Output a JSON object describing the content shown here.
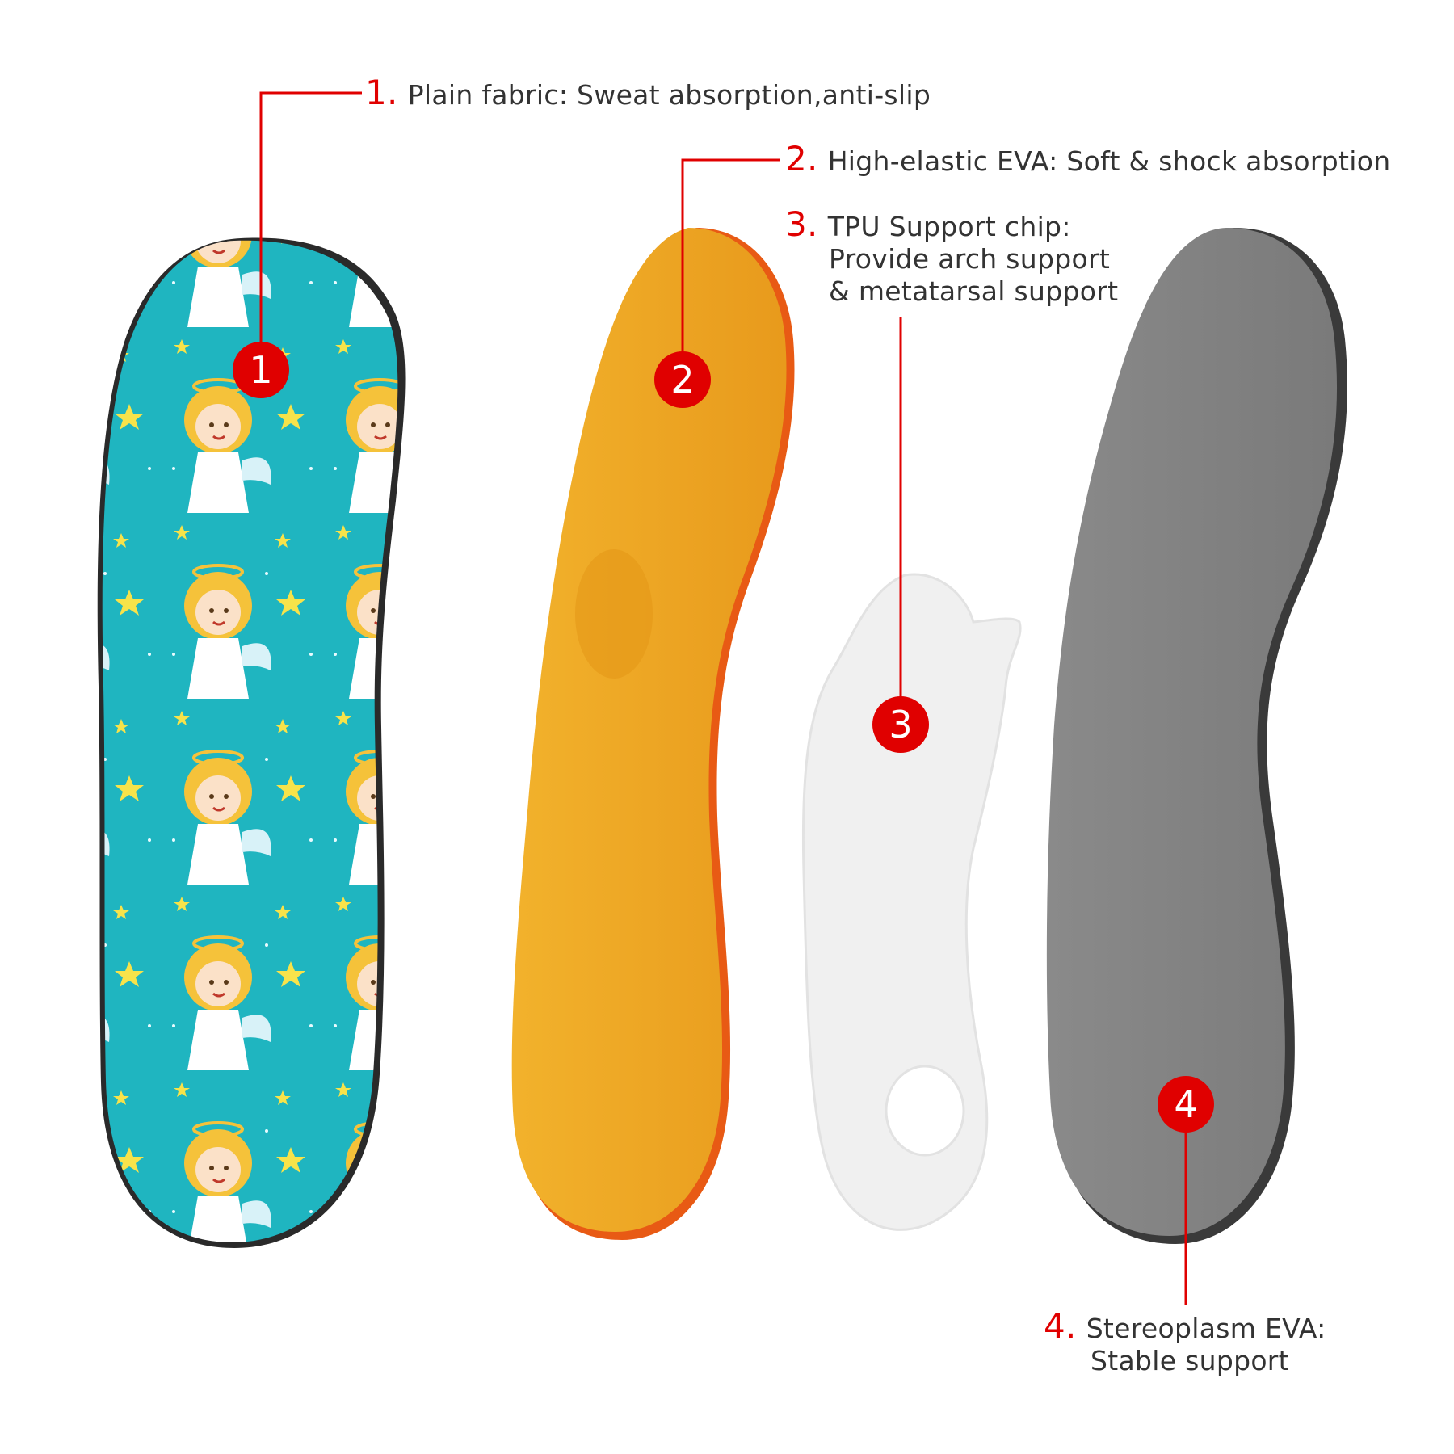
{
  "colors": {
    "accent_red": "#e00000",
    "text": "#333333",
    "fabric_teal": "#1fb5c0",
    "eva_orange": "#f0a824",
    "tpu_white": "#eeeeee",
    "base_gray": "#7a7a7a"
  },
  "layers": [
    {
      "number": "1.",
      "badge": "1",
      "lines": [
        "Plain fabric: Sweat absorption,anti-slip"
      ]
    },
    {
      "number": "2.",
      "badge": "2",
      "lines": [
        "High-elastic EVA: Soft & shock absorption"
      ]
    },
    {
      "number": "3.",
      "badge": "3",
      "lines": [
        "TPU Support chip:",
        "Provide arch support",
        "& metatarsal support"
      ]
    },
    {
      "number": "4.",
      "badge": "4",
      "lines": [
        "Stereoplasm EVA:",
        "Stable support"
      ]
    }
  ]
}
